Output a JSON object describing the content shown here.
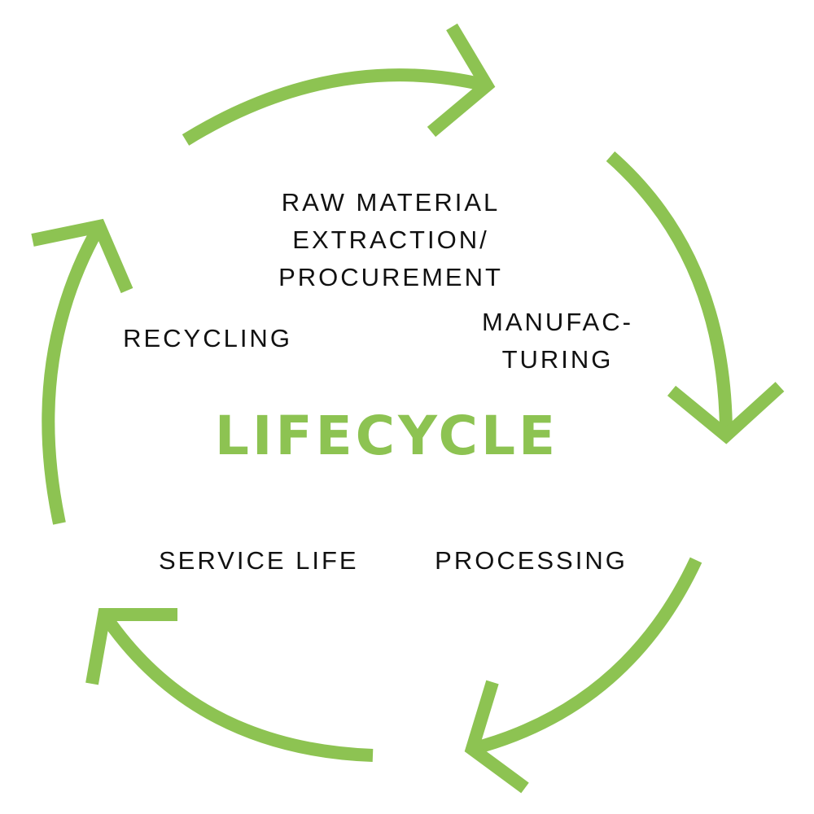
{
  "diagram": {
    "title": "LIFECYCLE",
    "accent_color": "#8dc352",
    "text_color": "#111111",
    "stages": [
      {
        "lines": [
          "RAW MATERIAL",
          "EXTRACTION/",
          "PROCUREMENT"
        ]
      },
      {
        "lines": [
          "MANUFAC-",
          "TURING"
        ]
      },
      {
        "lines": [
          "PROCESSING"
        ]
      },
      {
        "lines": [
          "SERVICE LIFE"
        ]
      },
      {
        "lines": [
          "RECYCLING"
        ]
      }
    ],
    "connector_icon": "curved-arrow-icon"
  }
}
